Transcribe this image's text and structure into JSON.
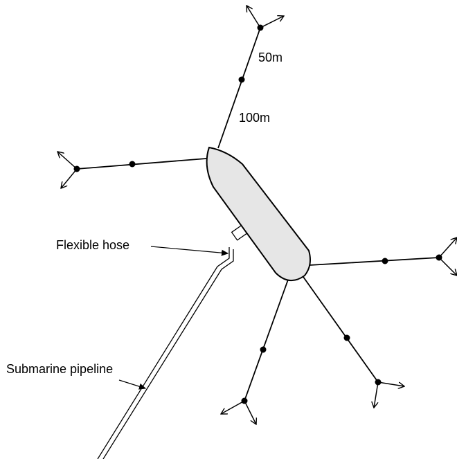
{
  "labels": {
    "dist_50": "50m",
    "dist_100": "100m",
    "flexible_hose": "Flexible hose",
    "submarine_pipeline": "Submarine pipeline"
  },
  "colors": {
    "vessel_fill": "#e6e6e6",
    "stroke": "#000000"
  }
}
